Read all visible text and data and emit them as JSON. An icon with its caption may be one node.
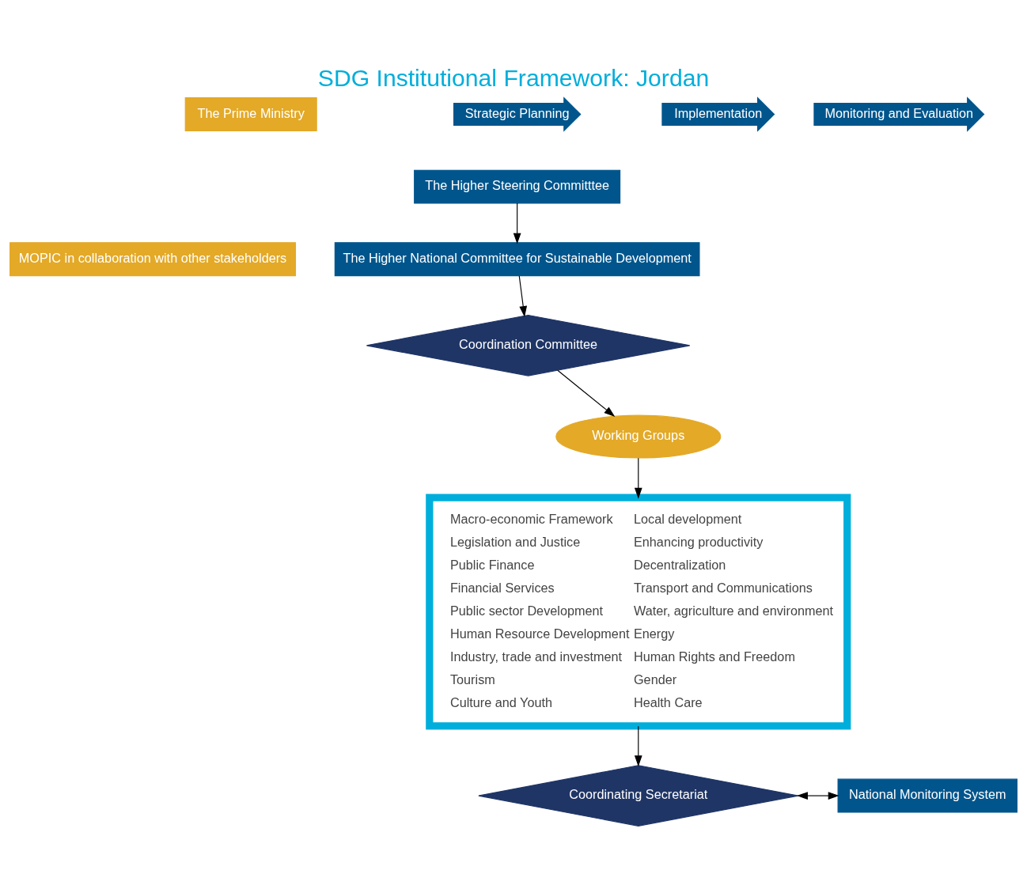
{
  "diagram": {
    "title": "SDG Institutional Framework: Jordan",
    "nodes": [
      {
        "text": [
          "The Prime Ministry"
        ]
      },
      {
        "text": [
          "MOPIC in collaboration with other stakeholders"
        ]
      },
      {
        "text": [
          "Strategic Planning"
        ]
      },
      {
        "text": [
          "Implementation"
        ]
      },
      {
        "text": [
          "Monitoring and Evaluation"
        ]
      },
      {
        "text": [
          "The Higher Steering Committtee"
        ]
      },
      {
        "text": [
          "The Higher National Committee for Sustainable Development"
        ]
      },
      {
        "text": [
          "Working Groups"
        ]
      },
      {
        "text": [
          "Coordination Committee"
        ]
      },
      {
        "text": [
          "Macro-economic Framework",
          "Legislation and Justice",
          "Public Finance",
          "Financial Services",
          "Public sector Development",
          "Human Resource Development",
          "Industry, trade and investment",
          "Tourism",
          "Culture and Youth",
          "Local development",
          "Enhancing productivity",
          "Decentralization",
          "Transport and Communications",
          "Water, agriculture and environment",
          "Energy",
          "Human Rights and Freedom",
          "Gender",
          "Health Care"
        ]
      },
      {
        "text": [
          "Coordinating Secretariat"
        ]
      },
      {
        "text": [
          "National Monitoring System"
        ]
      }
    ],
    "edges": [
      {
        "from": 5,
        "to": 6,
        "arrow": "to"
      },
      {
        "from": 6,
        "to": 8,
        "arrow": "to"
      },
      {
        "from": 8,
        "to": 7,
        "arrow": "to"
      },
      {
        "from": 7,
        "to": 9,
        "arrow": "to"
      },
      {
        "from": 9,
        "to": 10,
        "arrow": "to"
      },
      {
        "from": 10,
        "to": 11,
        "arrow": "both"
      }
    ]
  }
}
